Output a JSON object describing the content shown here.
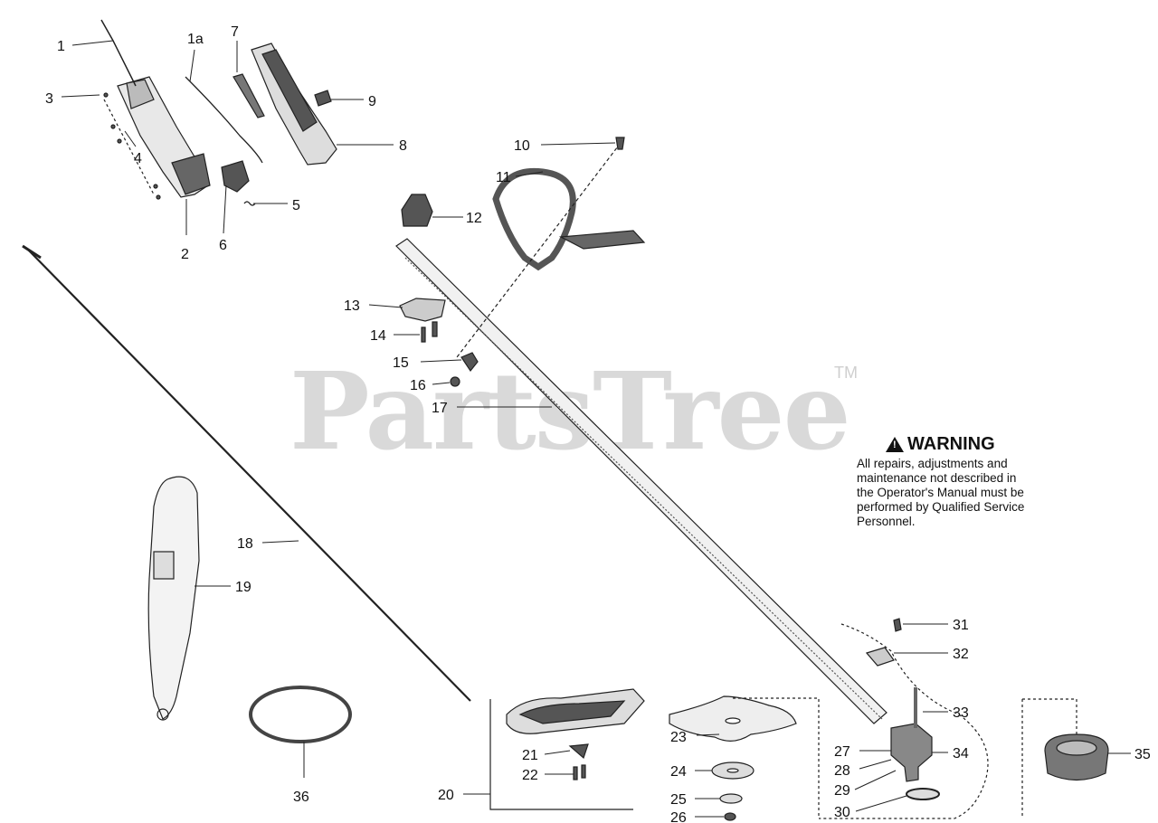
{
  "watermark": {
    "brand": "PartsTree",
    "mark": "TM"
  },
  "warning": {
    "title": "WARNING",
    "lines": [
      "All repairs, adjustments and",
      "maintenance not described in",
      "the Operator's Manual must be",
      "performed by Qualified Service",
      "Personnel."
    ]
  },
  "callouts": {
    "c1": "1",
    "c1a": "1a",
    "c2": "2",
    "c3": "3",
    "c4": "4",
    "c5": "5",
    "c6": "6",
    "c7": "7",
    "c8": "8",
    "c9": "9",
    "c10": "10",
    "c11": "11",
    "c12": "12",
    "c13": "13",
    "c14": "14",
    "c15": "15",
    "c16": "16",
    "c17": "17",
    "c18": "18",
    "c19": "19",
    "c20": "20",
    "c21": "21",
    "c22": "22",
    "c23": "23",
    "c24": "24",
    "c25": "25",
    "c26": "26",
    "c27": "27",
    "c28": "28",
    "c29": "29",
    "c30": "30",
    "c31": "31",
    "c32": "32",
    "c33": "33",
    "c34": "34",
    "c35": "35",
    "c36": "36"
  },
  "colors": {
    "line": "#222222",
    "part_fill": "#555555",
    "part_light": "#dcdcdc",
    "watermark": "#d9d9d9"
  }
}
